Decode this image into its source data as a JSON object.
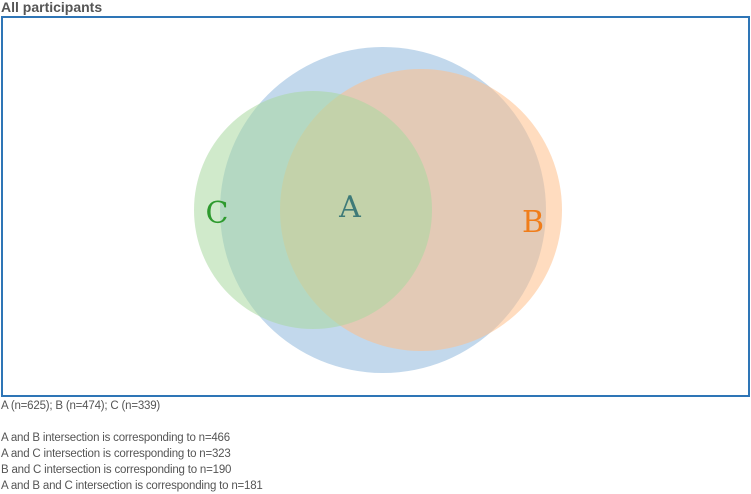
{
  "title": "All participants",
  "sets": [
    {
      "id": "A",
      "label": "A",
      "n": 625,
      "color": "#8fb8dd",
      "label_color": "#3e7a78"
    },
    {
      "id": "B",
      "label": "B",
      "n": 474,
      "color": "#ffc08a",
      "label_color": "#f07d1a"
    },
    {
      "id": "C",
      "label": "C",
      "n": 339,
      "color": "#a9d9a0",
      "label_color": "#2e9a2e"
    }
  ],
  "intersections": {
    "AB": 466,
    "AC": 323,
    "BC": 190,
    "ABC": 181
  },
  "frame_color": "#2e75b6",
  "caption": {
    "counts": "A (n=625); B (n=474); C (n=339)",
    "lines": [
      "A and B intersection is corresponding to n=466",
      "A and C intersection is corresponding to n=323",
      "B and C intersection is corresponding to n=190",
      "A and B and C intersection is corresponding to n=181"
    ]
  }
}
